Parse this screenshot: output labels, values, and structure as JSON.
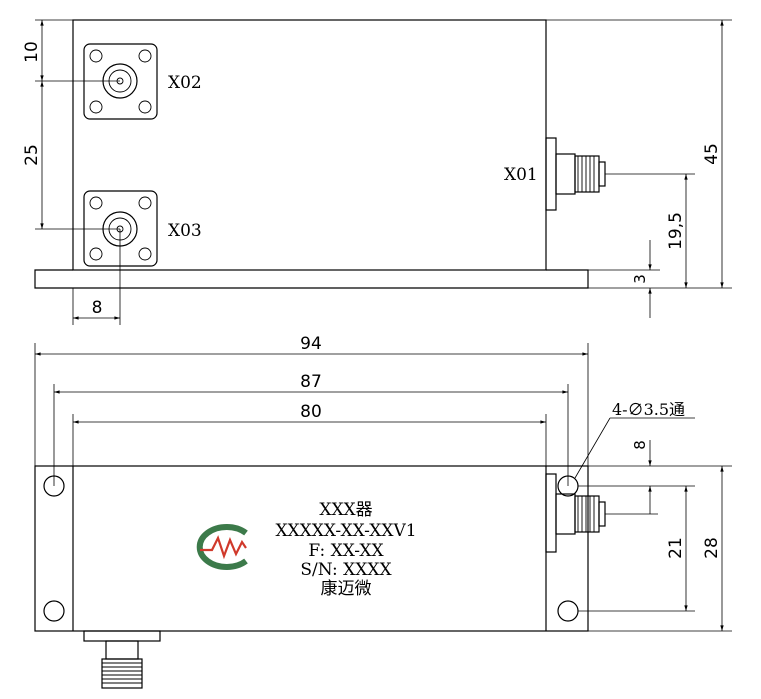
{
  "top_view": {
    "connectors": {
      "x01": "X01",
      "x02": "X02",
      "x03": "X03"
    },
    "dims": {
      "d10": "10",
      "d25": "25",
      "d8": "8",
      "d45": "45",
      "d19_5": "19,5",
      "d3": "3"
    }
  },
  "bottom_view": {
    "dims": {
      "d94": "94",
      "d87": "87",
      "d80": "80",
      "d8": "8",
      "d21": "21",
      "d28": "28"
    },
    "hole_note": "4-∅3.5通",
    "label": {
      "line1": "XXX器",
      "line2": "XXXXX-XX-XXV1",
      "line3": "F: XX-XX",
      "line4": "S/N: XXXX",
      "line5": "康迈微"
    },
    "logo_colors": {
      "ring": "#3c7a4a",
      "wave": "#d0392b"
    }
  }
}
